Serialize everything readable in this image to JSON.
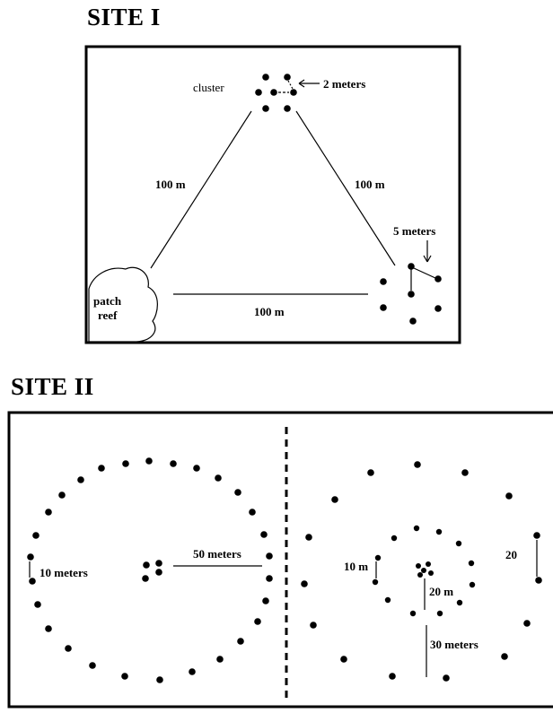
{
  "site1": {
    "title": "SITE I",
    "labels": {
      "cluster": "cluster",
      "two_m": "2 meters",
      "five_m": "5 meters",
      "left_edge": "100 m",
      "right_edge": "100 m",
      "bottom_edge": "100 m",
      "reef_line1": "patch",
      "reef_line2": "reef"
    }
  },
  "site2": {
    "title": "SITE II",
    "left_labels": {
      "ten_m": "10 meters",
      "fifty_m": "50 meters"
    },
    "right_labels": {
      "ten_m": "10 m",
      "twenty_m": "20 m",
      "thirty_m": "30 meters",
      "twenty": "20"
    }
  }
}
